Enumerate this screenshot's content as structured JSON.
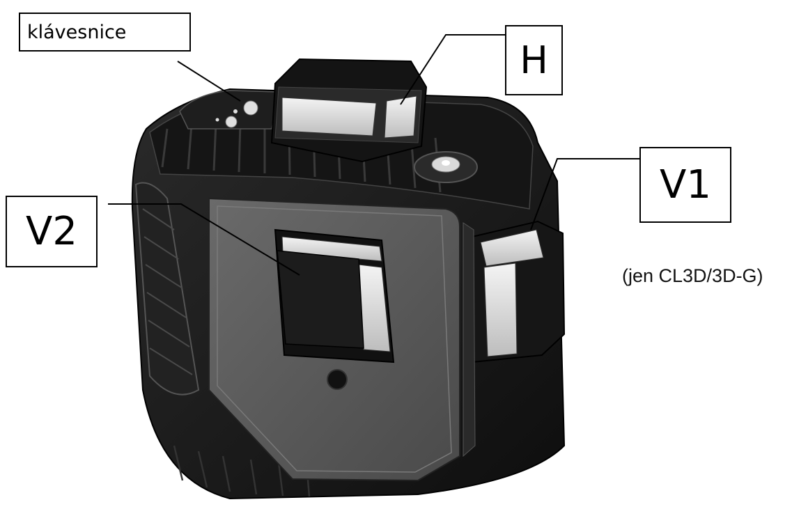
{
  "labels": {
    "keypad": "klávesnice",
    "h": "H",
    "v1": "V1",
    "v2": "V2"
  },
  "note": "(jen CL3D/3D-G)",
  "colors": {
    "background": "#ffffff",
    "body_dark": "#1a1a1a",
    "panel_gray": "#5a5a5a",
    "window_light": "#e8e8e8",
    "line": "#000000"
  }
}
